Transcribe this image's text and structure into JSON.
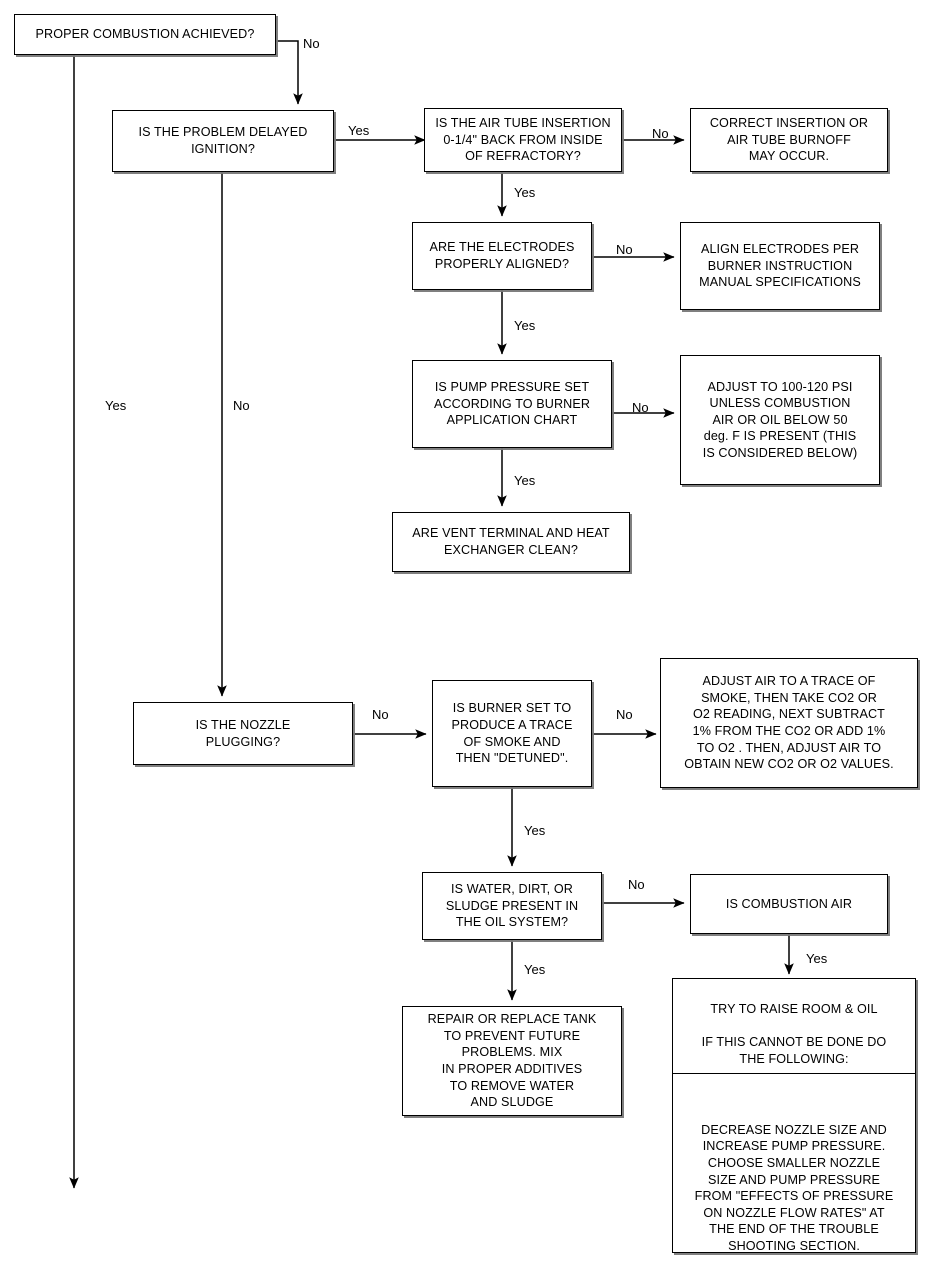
{
  "diagram": {
    "title": "Oil Burner Combustion Troubleshooting Flowchart",
    "line_color": "#000000",
    "background": "#ffffff"
  },
  "nodes": {
    "proper_combustion": "PROPER COMBUSTION ACHIEVED?",
    "delayed_ignition": "IS THE PROBLEM DELAYED\nIGNITION?",
    "air_tube_insertion": "IS THE AIR TUBE INSERTION\n0-1/4\" BACK FROM INSIDE\nOF REFRACTORY?",
    "correct_insertion": "CORRECT INSERTION OR\nAIR TUBE BURNOFF\nMAY OCCUR.",
    "electrodes_aligned": "ARE THE ELECTRODES\nPROPERLY ALIGNED?",
    "align_electrodes": "ALIGN ELECTRODES PER\nBURNER INSTRUCTION\nMANUAL SPECIFICATIONS",
    "pump_pressure": "IS PUMP PRESSURE SET\nACCORDING TO BURNER\nAPPLICATION CHART",
    "adjust_psi": "ADJUST TO 100-120 PSI\nUNLESS COMBUSTION\nAIR OR OIL BELOW 50\ndeg. F IS PRESENT (THIS\nIS CONSIDERED BELOW)",
    "vent_terminal": "ARE VENT TERMINAL AND HEAT\nEXCHANGER  CLEAN?",
    "nozzle_plugging": "IS THE NOZZLE\nPLUGGING?",
    "burner_trace_smoke": "IS BURNER SET TO\nPRODUCE A TRACE\nOF SMOKE AND\nTHEN  \"DETUNED\".",
    "adjust_air_trace": "ADJUST AIR TO A TRACE OF\nSMOKE, THEN TAKE CO2 OR\nO2 READING, NEXT SUBTRACT\n1% FROM THE CO2 OR ADD 1%\nTO O2 . THEN, ADJUST AIR TO\nOBTAIN NEW CO2 OR O2 VALUES.",
    "water_dirt_sludge": "IS WATER, DIRT, OR\nSLUDGE  PRESENT IN\nTHE OIL SYSTEM?",
    "combustion_air": "IS COMBUSTION AIR",
    "repair_tank": "REPAIR OR REPLACE TANK\nTO PREVENT FUTURE\nPROBLEMS. MIX\nIN PROPER ADDITIVES\nTO REMOVE WATER\nAND SLUDGE",
    "raise_room_oil_top": "TRY TO RAISE ROOM & OIL\n\nIF THIS CANNOT BE DONE DO\nTHE FOLLOWING:",
    "raise_room_oil_bottom": "DECREASE NOZZLE SIZE AND\nINCREASE PUMP PRESSURE.\nCHOOSE SMALLER NOZZLE\nSIZE AND PUMP PRESSURE\nFROM \"EFFECTS OF PRESSURE\nON NOZZLE FLOW RATES\" AT\nTHE END OF THE TROUBLE\nSHOOTING SECTION."
  },
  "edge_labels": {
    "combustion_no": "No",
    "combustion_yes_left": "Yes",
    "delayed_yes": "Yes",
    "delayed_no": "No",
    "airtube_no": "No",
    "airtube_yes": "Yes",
    "electrodes_no": "No",
    "electrodes_yes": "Yes",
    "pump_no": "No",
    "pump_yes": "Yes",
    "nozzle_no": "No",
    "burner_no": "No",
    "burner_yes": "Yes",
    "water_no": "No",
    "water_yes": "Yes",
    "combustion_air_yes": "Yes"
  }
}
